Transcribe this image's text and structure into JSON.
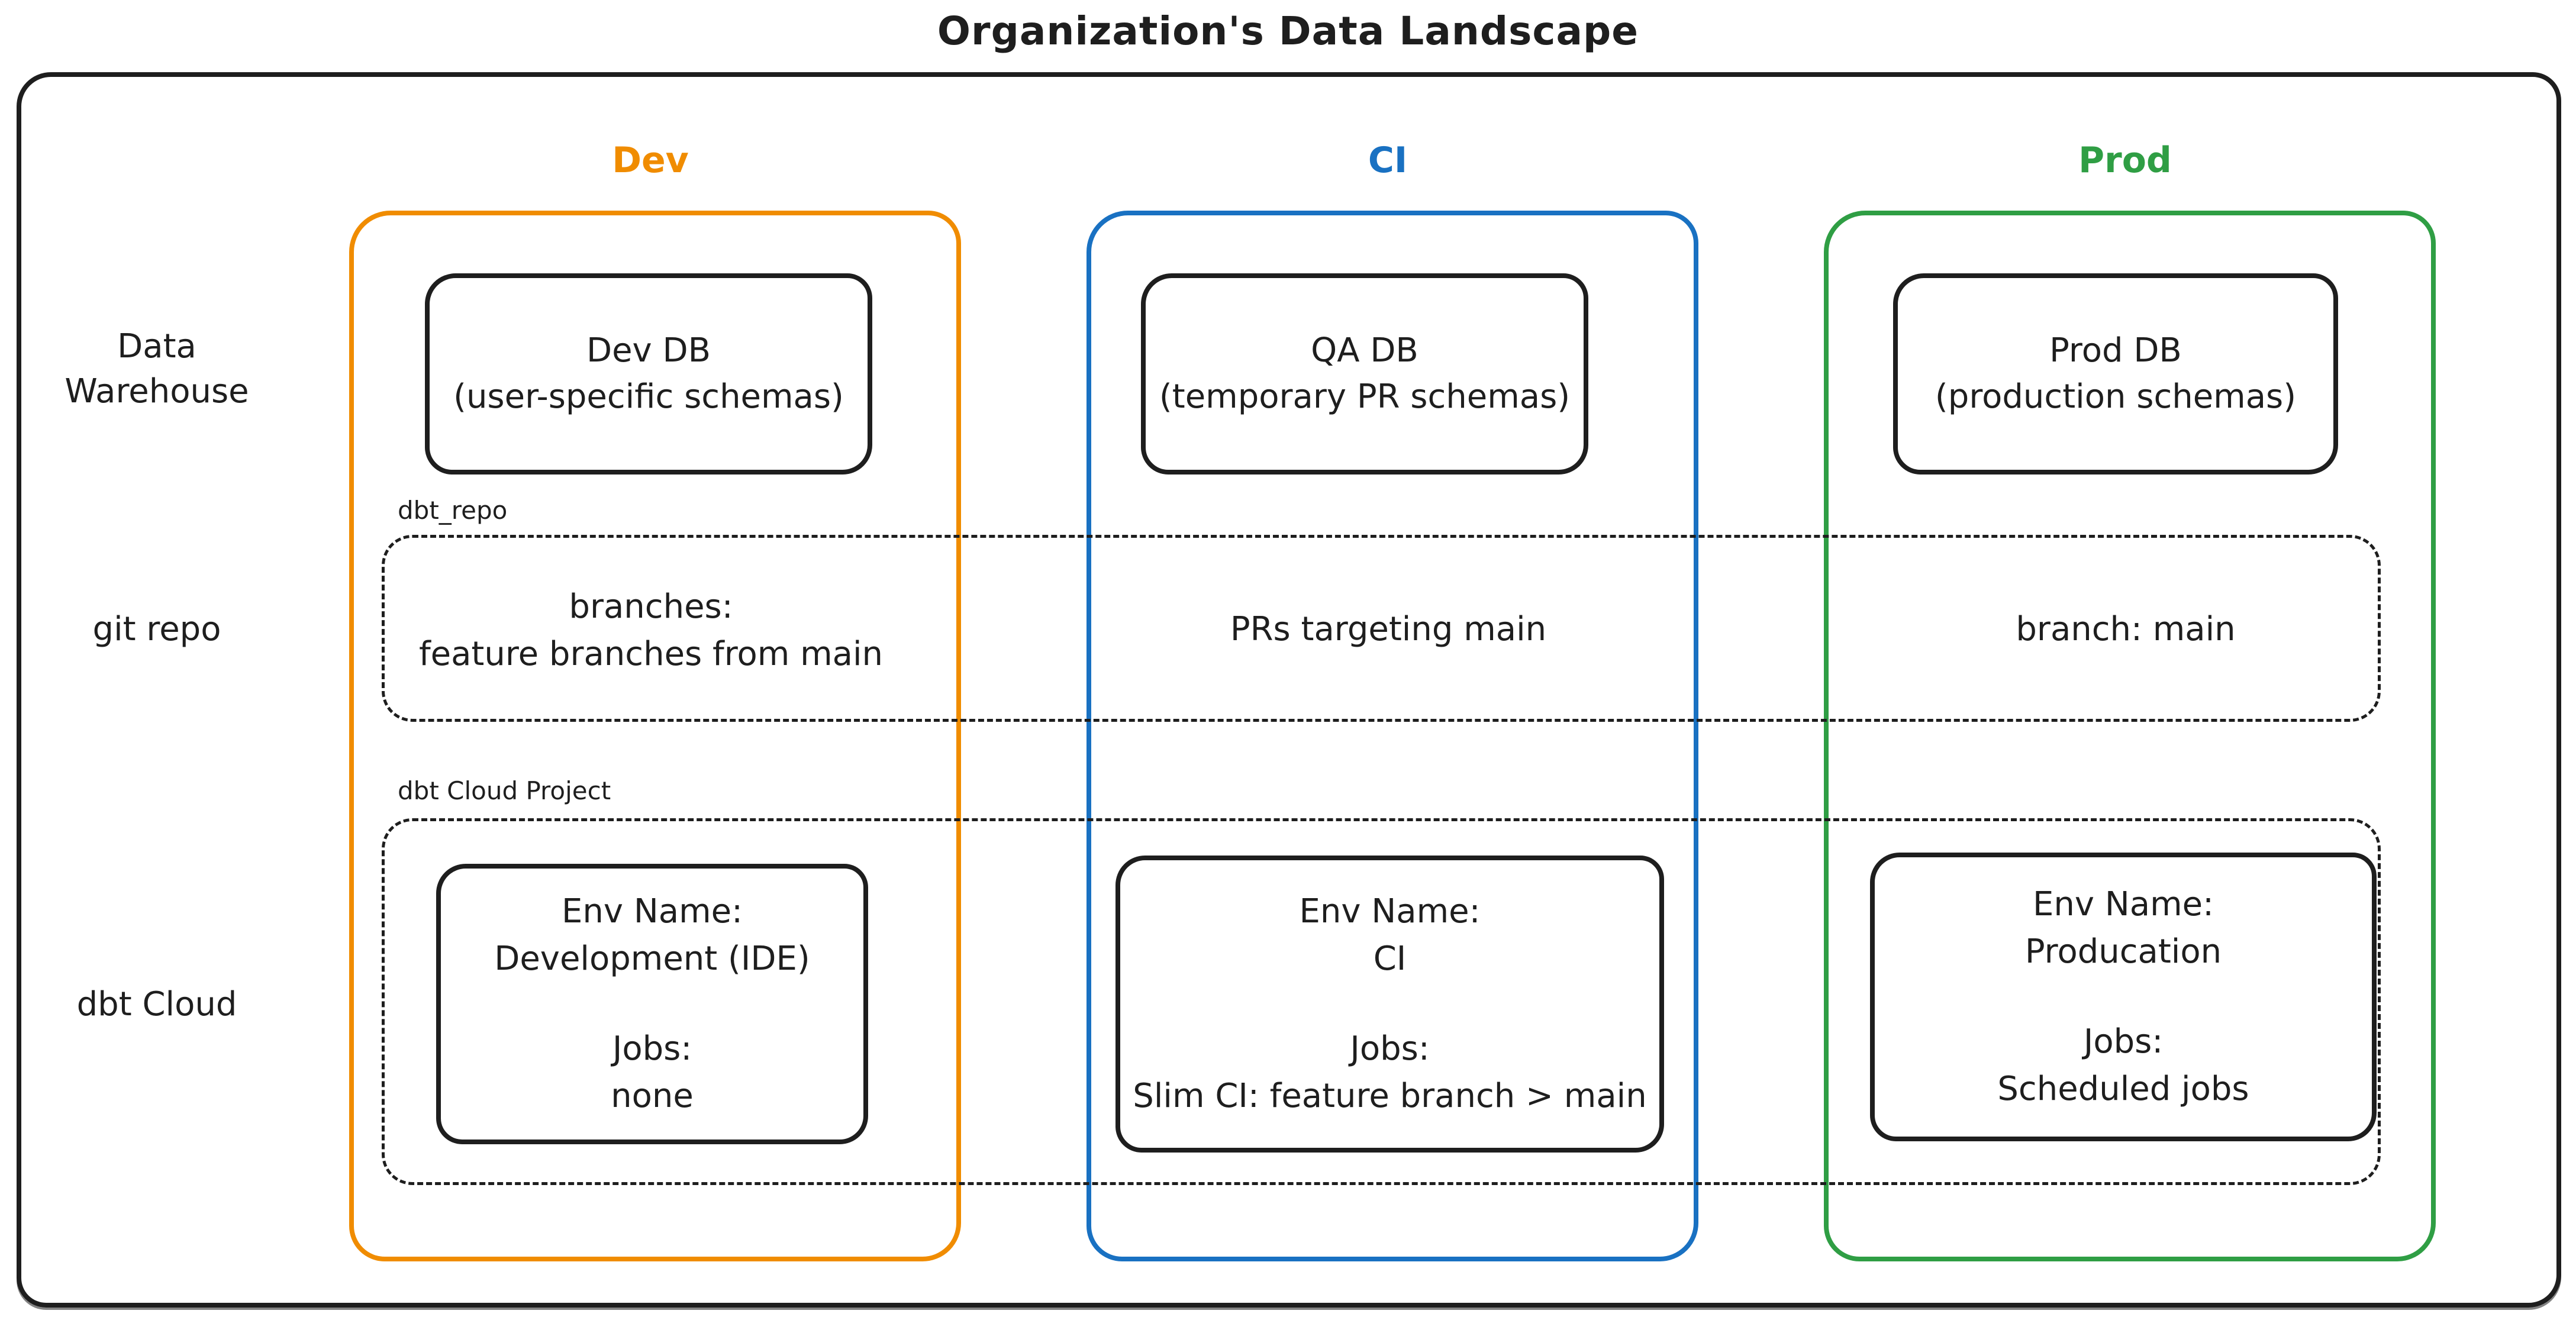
{
  "title": "Organization's Data Landscape",
  "colors": {
    "dev": "#f08c00",
    "ci": "#1971c2",
    "prod": "#2f9e44",
    "stroke": "#1e1e1e"
  },
  "rows": [
    {
      "label": "Data\nWarehouse"
    },
    {
      "label": "git repo"
    },
    {
      "label": "dbt Cloud"
    }
  ],
  "overlays": {
    "repo_label": "dbt_repo",
    "project_label": "dbt Cloud Project"
  },
  "columns": [
    {
      "label": "Dev",
      "db_title": "Dev DB",
      "db_subtitle": "(user-specific schemas)",
      "git_text": "branches:\nfeature branches from main",
      "env_name_label": "Env Name:",
      "env_name": "Development (IDE)",
      "jobs_label": "Jobs:",
      "jobs": "none"
    },
    {
      "label": "CI",
      "db_title": "QA DB",
      "db_subtitle": "(temporary PR schemas)",
      "git_text": "PRs targeting main",
      "env_name_label": "Env Name:",
      "env_name": "CI",
      "jobs_label": "Jobs:",
      "jobs": "Slim CI: feature branch > main"
    },
    {
      "label": "Prod",
      "db_title": "Prod DB",
      "db_subtitle": "(production schemas)",
      "git_text": "branch: main",
      "env_name_label": "Env Name:",
      "env_name": "Producation",
      "jobs_label": "Jobs:",
      "jobs": "Scheduled jobs"
    }
  ]
}
